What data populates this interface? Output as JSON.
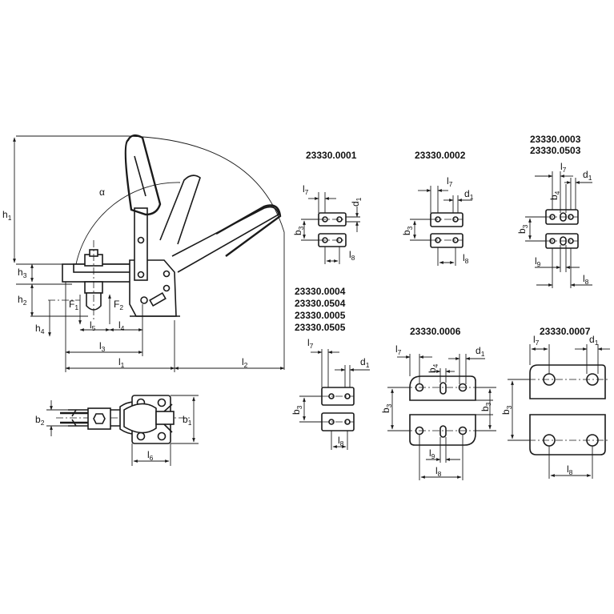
{
  "part_numbers": {
    "v0001": "23330.0001",
    "v0002": "23330.0002",
    "v0003": [
      "23330.0003",
      "23330.0503"
    ],
    "v0004": [
      "23330.0004",
      "23330.0504",
      "23330.0005",
      "23330.0505"
    ],
    "v0006": "23330.0006",
    "v0007": "23330.0007"
  },
  "dims": {
    "h": "h",
    "l": "l",
    "b": "b",
    "d": "d",
    "F": "F",
    "alpha": "α",
    "s1": "1",
    "s2": "2",
    "s3": "3",
    "s4": "4",
    "s5": "5",
    "s6": "6",
    "s7": "7",
    "s8": "8",
    "s9": "9"
  },
  "colors": {
    "line": "#1a1a1a",
    "background": "#ffffff"
  }
}
